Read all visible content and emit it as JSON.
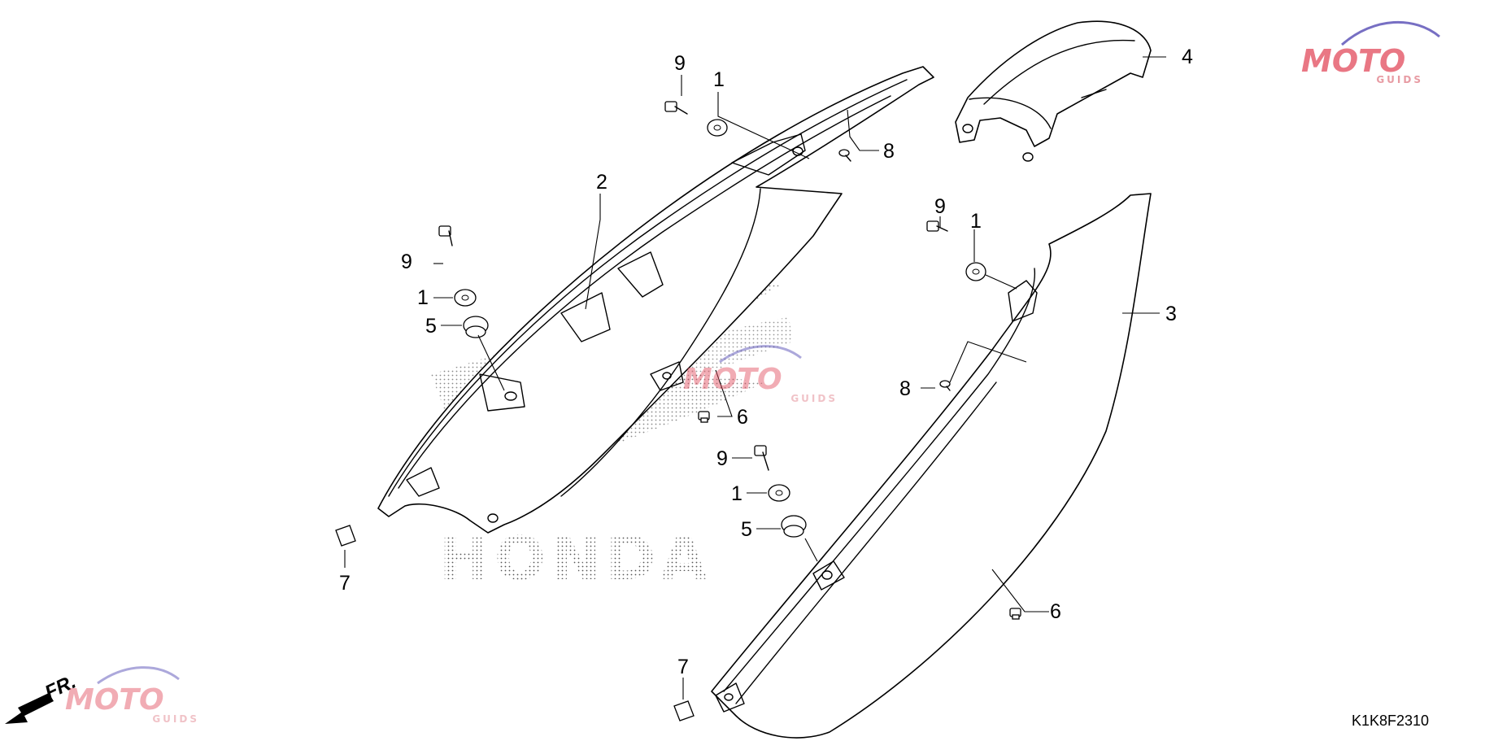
{
  "diagram": {
    "callouts": [
      "1",
      "2",
      "3",
      "4",
      "5",
      "6",
      "7",
      "8",
      "9"
    ],
    "diagram_code": "K1K8F2310",
    "front_arrow_label": "FR.",
    "background_logo_text": "HONDA",
    "watermark": {
      "brand": "MOTO",
      "sub": "GUIDS",
      "color": "#e24a5b",
      "accent": "#4a3fb0"
    }
  }
}
